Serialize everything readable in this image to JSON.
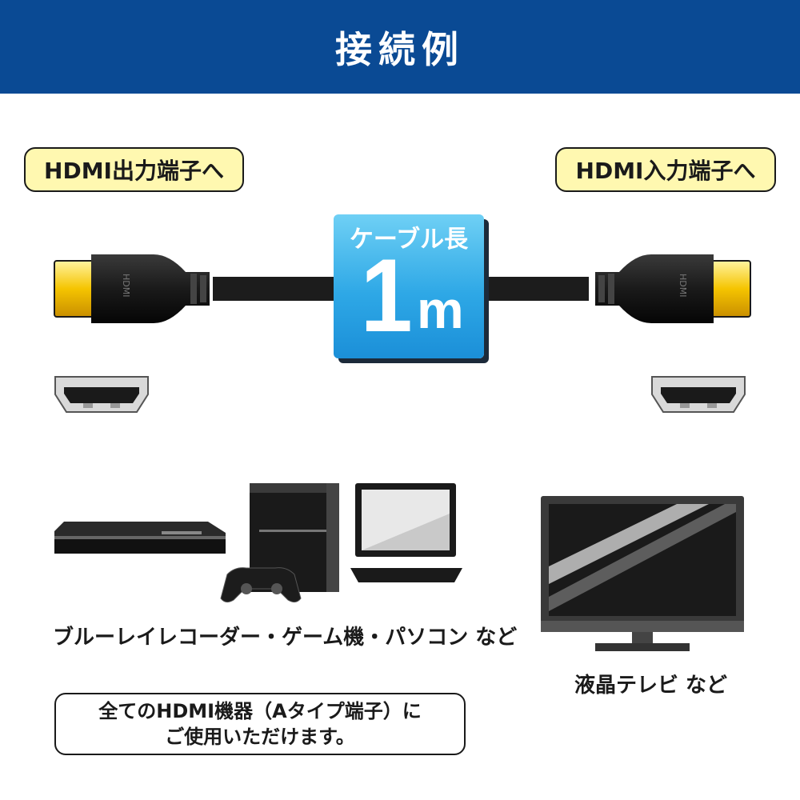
{
  "header": {
    "title": "接続例"
  },
  "labels": {
    "output": "HDMI出力端子へ",
    "input": "HDMI入力端子へ"
  },
  "cable": {
    "length_caption": "ケーブル長",
    "length_value": "1",
    "length_unit": "m"
  },
  "devices": {
    "sources_caption": "ブルーレイレコーダー・ゲーム機・パソコン など",
    "display_caption": "液晶テレビ など"
  },
  "note": {
    "line1": "全てのHDMI機器（Aタイプ端子）に",
    "line2": "ご使用いただけます。"
  },
  "colors": {
    "header": "#0a4a94",
    "pill": "#fff8b0",
    "length_box": "#2ea8e6",
    "connector_gold": "#f5c400"
  }
}
